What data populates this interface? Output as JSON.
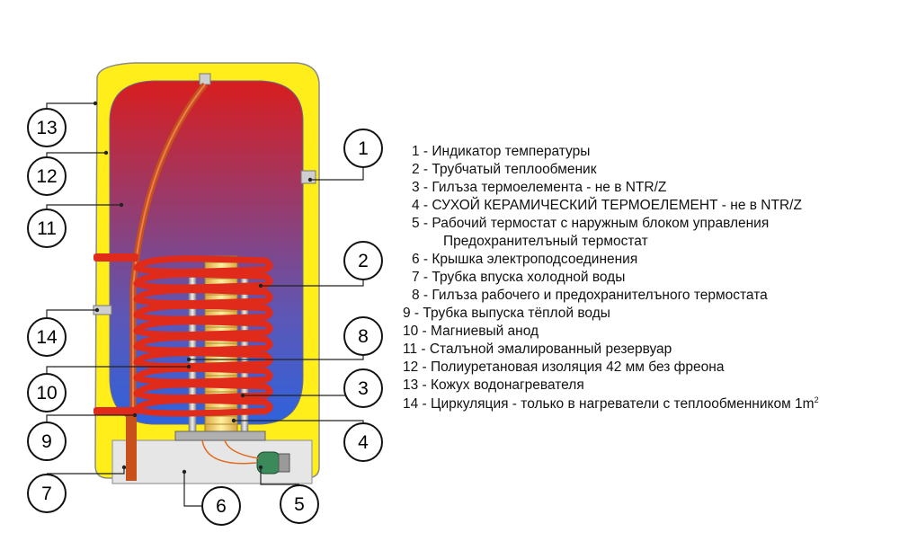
{
  "legend": {
    "items": [
      "1 - Индикатор температуры",
      "2 - Трубчатый теплообменик",
      "3 - Гилъза термоелемента - не в NTR/Z",
      "4 - СУХОЙ КЕРАМИЧЕСКИЙ ТЕРМОЕЛЕМЕНТ - не в NTR/Z",
      "5 - Рабочий термостат с наружным блоком управления",
      "Предохранителъный термостат",
      "6 - Крышка электроподсоединения",
      "7 - Трубка впуска холодной воды",
      "8 - Гилъза рабочего и предохранителъного термостата",
      "9 - Трубка выпуска тёплой воды",
      "10 - Магниевый анод",
      "11 - Сталъной эмалированный резервуар",
      "12 - Полиуретановая изоляция 42 мм без фреона",
      "13 - Кожух водонагревателя",
      "14 - Циркуляция - только в нагреватели с теплообменником 1m",
      "2"
    ]
  },
  "callouts": [
    "1",
    "2",
    "3",
    "4",
    "5",
    "6",
    "7",
    "8",
    "9",
    "10",
    "11",
    "12",
    "13",
    "14"
  ],
  "colors": {
    "casing": "#ffee1a",
    "tank_top": "#d92020",
    "tank_bottom": "#3a63d9",
    "coil": "#e02a1a",
    "element": "#f0d060",
    "base": "#e4e4e4"
  }
}
